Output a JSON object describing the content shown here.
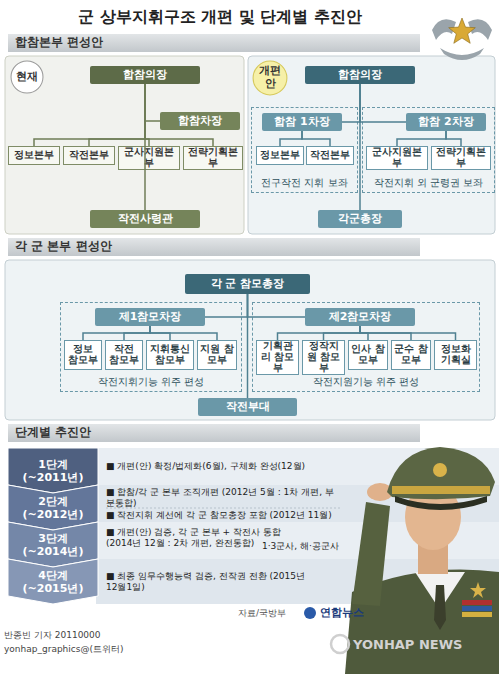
{
  "diagram": {
    "title": "군 상부지휘구조 개편 및 단계별 추진안",
    "nodes": [
      {
        "text": [
          "합참본부 편성안"
        ]
      },
      {
        "text": [
          "현재"
        ]
      },
      {
        "text": [
          "합참의장"
        ]
      },
      {
        "text": [
          "합참차장"
        ]
      },
      {
        "text": [
          "정보본부"
        ]
      },
      {
        "text": [
          "작전본부"
        ]
      },
      {
        "text": [
          "군사지원본부"
        ]
      },
      {
        "text": [
          "전략기획본부"
        ]
      },
      {
        "text": [
          "작전사령관"
        ]
      },
      {
        "text": [
          "개편안"
        ]
      },
      {
        "text": [
          "합참의장"
        ]
      },
      {
        "text": [
          "전구작전 지휘 보좌"
        ]
      },
      {
        "text": [
          "합참 1차장"
        ],
        "in": 11
      },
      {
        "text": [
          "정보본부"
        ],
        "in": 11
      },
      {
        "text": [
          "작전본부"
        ],
        "in": 11
      },
      {
        "text": [
          "작전지휘 외 군령권 보좌"
        ]
      },
      {
        "text": [
          "합참 2차장"
        ],
        "in": 15
      },
      {
        "text": [
          "군사지원본부"
        ],
        "in": 15
      },
      {
        "text": [
          "전략기획본부"
        ],
        "in": 15
      },
      {
        "text": [
          "각군총장"
        ]
      },
      {
        "text": [
          "각 군 본부 편성안"
        ]
      },
      {
        "text": [
          "각 군 참모총장"
        ]
      },
      {
        "text": [
          "작전지휘기능 위주 편성"
        ]
      },
      {
        "text": [
          "제1참모차장"
        ],
        "in": 22
      },
      {
        "text": [
          "정보 참모부"
        ],
        "in": 22
      },
      {
        "text": [
          "작전 참모부"
        ],
        "in": 22
      },
      {
        "text": [
          "지휘통신 참모부"
        ],
        "in": 22
      },
      {
        "text": [
          "지원 참모부"
        ],
        "in": 22
      },
      {
        "text": [
          "작전지원기능 위주 편성"
        ]
      },
      {
        "text": [
          "제2참모차장"
        ],
        "in": 28
      },
      {
        "text": [
          "기획관리 참모부"
        ],
        "in": 28
      },
      {
        "text": [
          "정작지원 참모부"
        ],
        "in": 28
      },
      {
        "text": [
          "인사 참모부"
        ],
        "in": 28
      },
      {
        "text": [
          "군수 참모부"
        ],
        "in": 28
      },
      {
        "text": [
          "정보화 기획실"
        ],
        "in": 28
      },
      {
        "text": [
          "작전부대"
        ]
      },
      {
        "text": [
          "단계별 추진안"
        ]
      },
      {
        "text": [
          "1단계 (~2011년)"
        ]
      },
      {
        "text": [
          "2단계 (~2012년)"
        ]
      },
      {
        "text": [
          "3단계 (~2014년)"
        ]
      },
      {
        "text": [
          "4단계 (~2015년)"
        ]
      }
    ],
    "edges": [
      {
        "from": 2,
        "to": 3,
        "arrow": "none"
      },
      {
        "from": 2,
        "to": 4,
        "arrow": "none"
      },
      {
        "from": 2,
        "to": 5,
        "arrow": "none"
      },
      {
        "from": 2,
        "to": 6,
        "arrow": "none"
      },
      {
        "from": 2,
        "to": 7,
        "arrow": "none"
      },
      {
        "from": 2,
        "to": 8,
        "arrow": "none"
      },
      {
        "from": 10,
        "to": 12,
        "arrow": "none"
      },
      {
        "from": 10,
        "to": 16,
        "arrow": "none"
      },
      {
        "from": 10,
        "to": 19,
        "arrow": "none"
      },
      {
        "from": 12,
        "to": 13,
        "arrow": "none"
      },
      {
        "from": 12,
        "to": 14,
        "arrow": "none"
      },
      {
        "from": 16,
        "to": 17,
        "arrow": "none"
      },
      {
        "from": 16,
        "to": 18,
        "arrow": "none"
      },
      {
        "from": 21,
        "to": 23,
        "arrow": "none"
      },
      {
        "from": 21,
        "to": 29,
        "arrow": "none"
      },
      {
        "from": 21,
        "to": 35,
        "arrow": "none"
      },
      {
        "from": 23,
        "to": 24,
        "arrow": "none"
      },
      {
        "from": 23,
        "to": 25,
        "arrow": "none"
      },
      {
        "from": 23,
        "to": 26,
        "arrow": "none"
      },
      {
        "from": 23,
        "to": 27,
        "arrow": "none"
      },
      {
        "from": 29,
        "to": 30,
        "arrow": "none"
      },
      {
        "from": 29,
        "to": 31,
        "arrow": "none"
      },
      {
        "from": 29,
        "to": 32,
        "arrow": "none"
      },
      {
        "from": 29,
        "to": 33,
        "arrow": "none"
      },
      {
        "from": 29,
        "to": 34,
        "arrow": "none"
      }
    ],
    "labels": [
      "■ 개편(안) 확정/법제화(6월), 구체화 완성(12월)",
      "■ 합참/각 군 본부 조직개편 (2012년 5월 : 1차 개편, 부분통합)",
      "■ 작전지휘 계선에 각 군 참모총장 포함 (2012년 11월)",
      "■ 개편(안) 검증, 각 군 본부 + 작전사 통합 (2014년 12월 : 2차 개편, 완전통합)",
      "1·3군사, 해·공군사",
      "■ 최종 임무수행능력 검증, 전작권 전환 (2015년 12월1일)",
      "자료/국방부",
      "연합뉴스",
      "반종빈 기자 20110000",
      "yonhap_graphics@(트위터)",
      "YONHAP NEWS"
    ]
  }
}
